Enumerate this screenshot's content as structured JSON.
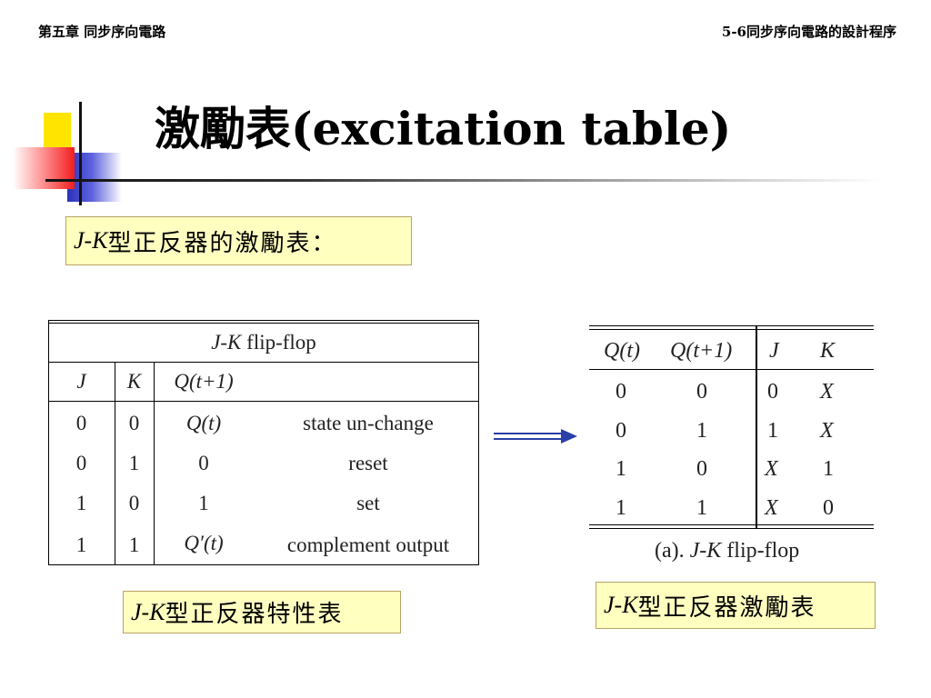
{
  "header": {
    "left": "第五章 同步序向電路",
    "right": "5-6同步序向電路的設計程序"
  },
  "title": "激勵表(excitation table)",
  "box_top": {
    "italic": "J-K",
    "text": "型正反器的激勵表："
  },
  "char_table": {
    "caption_italic": "J-K",
    "caption_text": " flip-flop",
    "headers": [
      "J",
      "K",
      "Q(t+1)"
    ],
    "rows": [
      [
        "0",
        "0",
        "Q(t)",
        "state un-change"
      ],
      [
        "0",
        "1",
        "0",
        "reset"
      ],
      [
        "1",
        "0",
        "1",
        "set"
      ],
      [
        "1",
        "1",
        "Q′(t)",
        "complement output"
      ]
    ]
  },
  "exc_table": {
    "headers": [
      "Q(t)",
      "Q(t+1)",
      "J",
      "K"
    ],
    "rows": [
      [
        "0",
        "0",
        "0",
        "X"
      ],
      [
        "0",
        "1",
        "1",
        "X"
      ],
      [
        "1",
        "0",
        "X",
        "1"
      ],
      [
        "1",
        "1",
        "X",
        "0"
      ]
    ],
    "caption_prefix": "(a). ",
    "caption_italic": "J-K",
    "caption_text": " flip-flop"
  },
  "box_char": {
    "italic": "J-K",
    "text": "型正反器特性表"
  },
  "box_exc": {
    "italic": "J-K",
    "text": "型正反器激勵表"
  },
  "colors": {
    "label_bg": "#ffffc0",
    "arrow": "#2b3fa8"
  }
}
